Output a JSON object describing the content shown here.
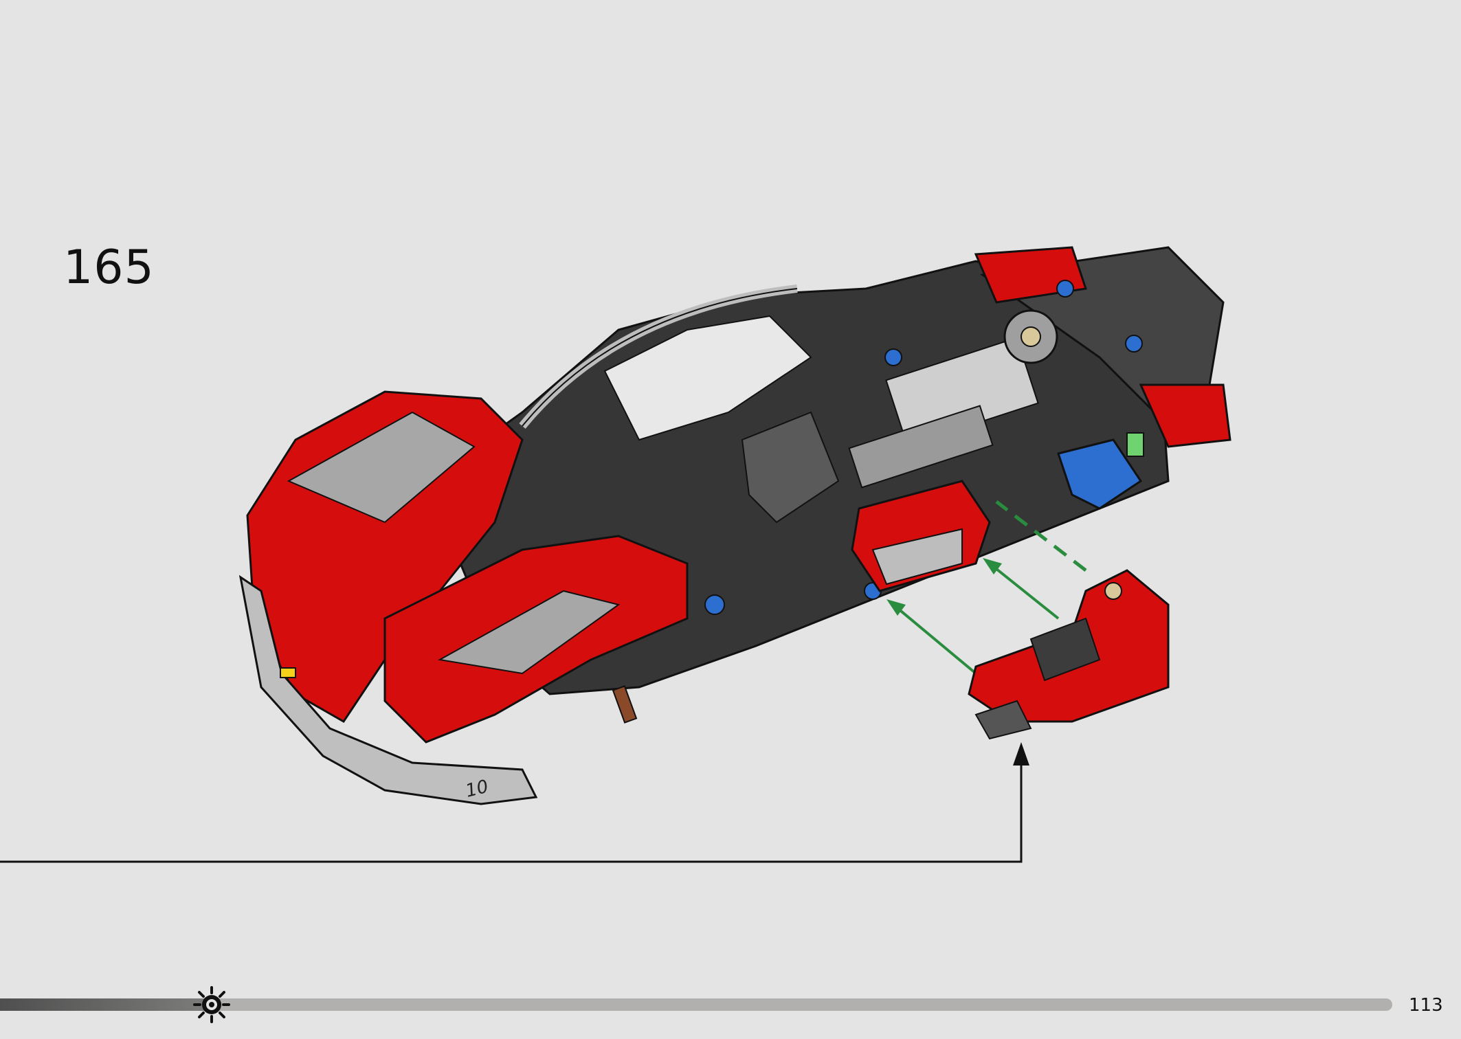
{
  "step": {
    "number": "165"
  },
  "page": {
    "number": "113"
  },
  "progress": {
    "fraction": 0.152
  },
  "icons": {
    "progress_marker": "sun-gear-icon",
    "arrow": "arrow-up-icon"
  },
  "colors": {
    "background": "#e4e4e4",
    "model_red": "#d60d0d",
    "model_dark": "#3a3a3a",
    "assembly_arrow": "#2a8c3e",
    "pin_blue": "#2c6fd1"
  }
}
